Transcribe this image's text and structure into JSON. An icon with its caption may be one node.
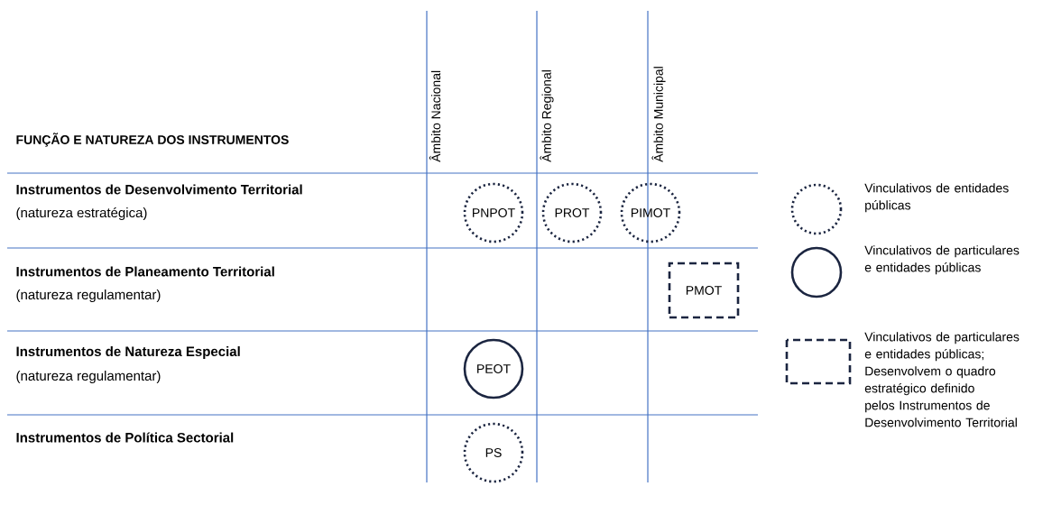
{
  "diagram": {
    "title": "FUNÇÃO E NATUREZA DOS INSTRUMENTOS",
    "nodes": [
      {
        "text": [
          "PNPOT"
        ]
      },
      {
        "text": [
          "PROT"
        ]
      },
      {
        "text": [
          "PIMOT"
        ]
      },
      {
        "text": [
          "PMOT"
        ]
      },
      {
        "text": [
          "PEOT"
        ]
      },
      {
        "text": [
          "PS"
        ]
      }
    ],
    "labels": [
      "Âmbito Nacional",
      "Âmbito Regional",
      "Âmbito Municipal",
      "Instrumentos de Desenvolvimento Territorial",
      "(natureza estratégica)",
      "Instrumentos de Planeamento Territorial",
      "(natureza regulamentar)",
      "Instrumentos de Natureza Especial",
      "(natureza regulamentar)",
      "Instrumentos de Política Sectorial"
    ],
    "legend": [
      {
        "text": "Vinculativos de entidades públicas"
      },
      {
        "text": "Vinculativos de particulares e entidades públicas"
      },
      {
        "text": "Vinculativos de particulares e entidades públicas; Desenvolvem o quadro estratégico definido pelos Instrumentos de Desenvolvimento Territorial"
      }
    ]
  }
}
